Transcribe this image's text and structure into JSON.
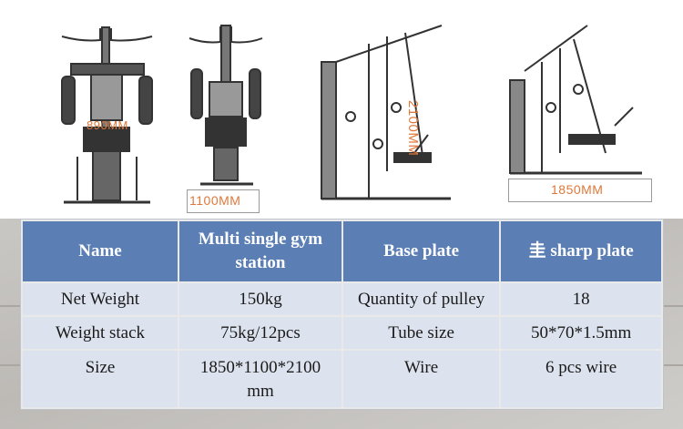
{
  "dimensions": {
    "width_label": "890MM",
    "depth_label": "1100MM",
    "height_label": "2100MM",
    "length_label": "1850MM"
  },
  "table": {
    "headers": [
      "Name",
      "Multi single gym station",
      "Base plate",
      "圭 sharp plate"
    ],
    "rows": [
      [
        "Net Weight",
        "150kg",
        "Quantity of pulley",
        "18"
      ],
      [
        "Weight stack",
        "75kg/12pcs",
        "Tube size",
        "50*70*1.5mm"
      ],
      [
        "Size",
        "1850*1100*2100 mm",
        "Wire",
        "6 pcs wire"
      ]
    ]
  },
  "colors": {
    "header_bg": "#5b7fb5",
    "cell_bg": "#dde3ee",
    "dimension_text": "#e0783a"
  }
}
